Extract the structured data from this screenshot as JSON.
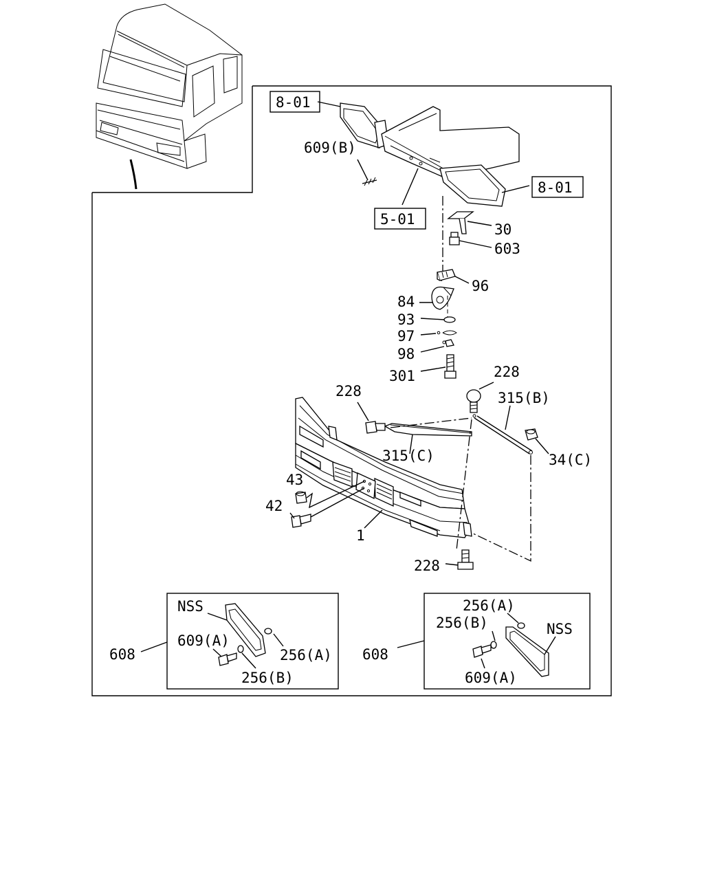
{
  "references": {
    "ref_801_top": "8-01",
    "ref_801_right": "8-01",
    "ref_501": "5-01"
  },
  "callouts": {
    "p609b": "609(B)",
    "p30": "30",
    "p603": "603",
    "p96": "96",
    "p84": "84",
    "p93": "93",
    "p97": "97",
    "p98": "98",
    "p301": "301",
    "p228_left": "228",
    "p228_right": "228",
    "p228_bottom": "228",
    "p315b": "315(B)",
    "p315c": "315(C)",
    "p34c": "34(C)",
    "p43": "43",
    "p42": "42",
    "p1": "1"
  },
  "inset_left": {
    "nss": "NSS",
    "p609a": "609(A)",
    "p256a": "256(A)",
    "p256b": "256(B)",
    "group": "608"
  },
  "inset_right": {
    "p256a": "256(A)",
    "p256b": "256(B)",
    "nss": "NSS",
    "p609a": "609(A)",
    "group": "608"
  }
}
